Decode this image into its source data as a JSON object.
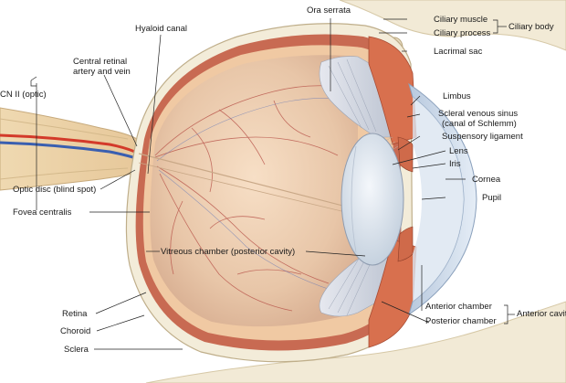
{
  "labels": {
    "ora_serrata": "Ora serrata",
    "hyaloid_canal": "Hyaloid canal",
    "central_retinal_line1": "Central retinal",
    "central_retinal_line2": "artery and vein",
    "cn2": "CN II (optic)",
    "optic_disc": "Optic disc (blind spot)",
    "fovea": "Fovea centralis",
    "vitreous": "Vitreous chamber (posterior cavity)",
    "retina": "Retina",
    "choroid": "Choroid",
    "sclera": "Sclera",
    "ciliary_muscle": "Ciliary muscle",
    "ciliary_process": "Ciliary process",
    "ciliary_body": "Ciliary body",
    "lacrimal_sac": "Lacrimal sac",
    "limbus": "Limbus",
    "scleral_sinus_line1": "Scleral venous sinus",
    "scleral_sinus_line2": "(canal of Schlemm)",
    "suspensory": "Suspensory ligament",
    "lens": "Lens",
    "iris": "Iris",
    "cornea": "Cornea",
    "pupil": "Pupil",
    "anterior_chamber": "Anterior chamber",
    "posterior_chamber": "Posterior chamber",
    "anterior_cavity": "Anterior cavity"
  },
  "colors": {
    "sclera": "#f3ecd9",
    "choroid": "#c86a52",
    "retina": "#f0c9a3",
    "vitreous": "#e8c9ad",
    "lens": "#dfe6ee",
    "cornea": "#c9d6e6",
    "ciliary": "#d8704e",
    "nerve": "#f1dcb6",
    "artery": "#d33a2a",
    "vein": "#3a5fb0"
  }
}
